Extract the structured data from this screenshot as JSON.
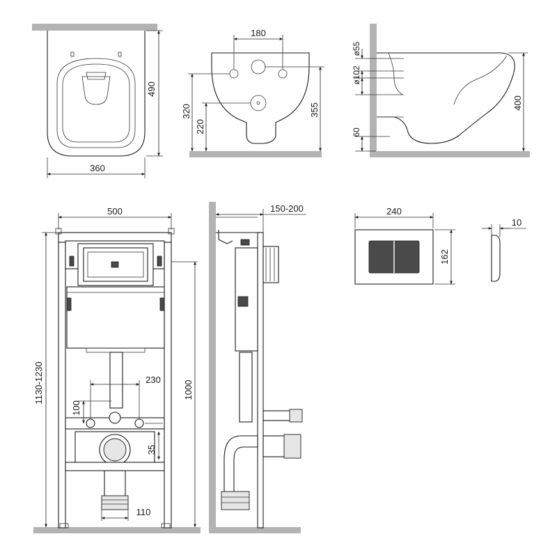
{
  "top_row": {
    "front_view": {
      "height_label": "490",
      "width_label": "360"
    },
    "back_view": {
      "spacing_label": "180",
      "upper_label": "320",
      "lower_label": "220",
      "total_label": "355"
    },
    "side_view": {
      "d1_label": "ø55",
      "d2_label": "ø102",
      "bottom_label": "60",
      "height_label": "400"
    }
  },
  "bottom_row": {
    "frame_front": {
      "width_label": "500",
      "height_range_label": "1130-1230",
      "tall_label": "1000",
      "mount_spacing_label": "230",
      "bolt_height_label": "100",
      "pipe_height_label": "35",
      "drain_width_label": "110"
    },
    "frame_side": {
      "depth_label": "150-200"
    },
    "flush_plate": {
      "width_label": "240",
      "height_label": "162",
      "thickness_label": "10"
    }
  }
}
